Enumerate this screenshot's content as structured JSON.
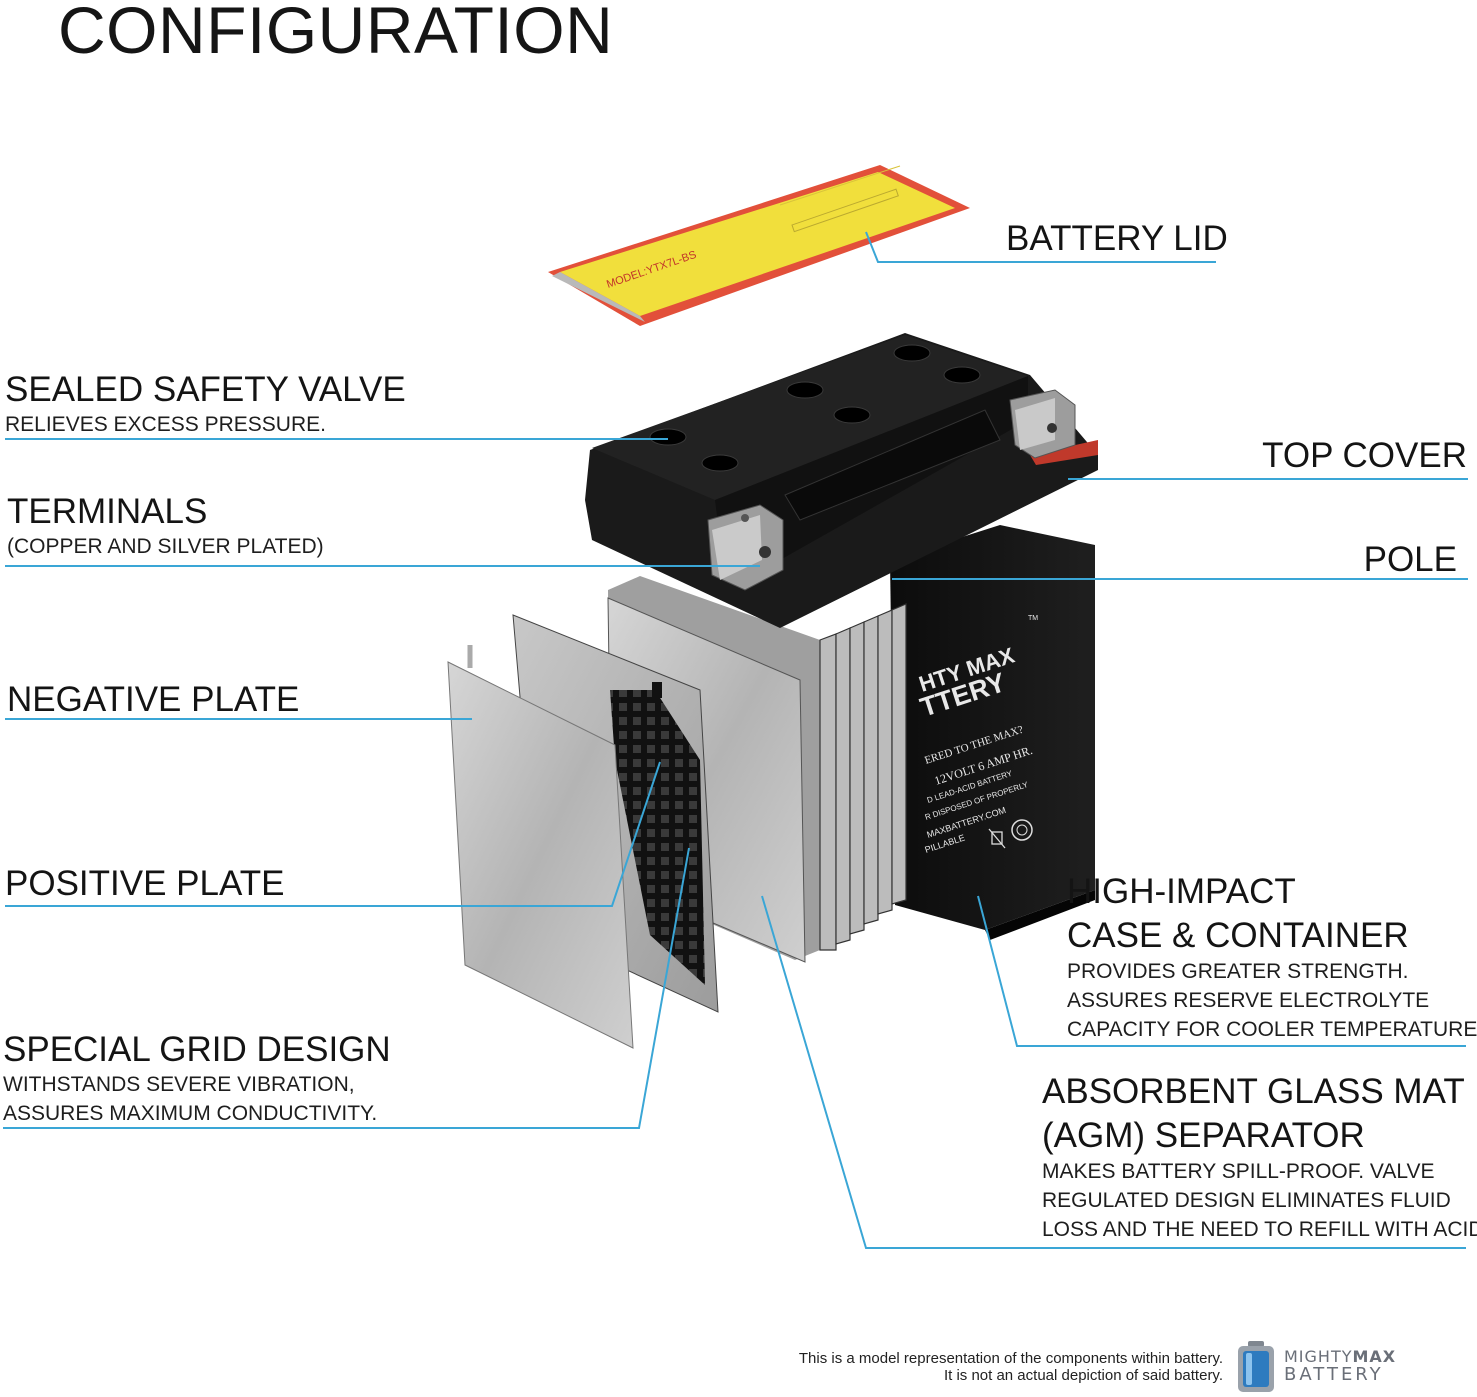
{
  "title": "CONFIGURATION",
  "labels": {
    "battery_lid": {
      "title": "BATTERY LID"
    },
    "sealed_safety_valve": {
      "title": "SEALED SAFETY VALVE",
      "desc": "RELIEVES EXCESS PRESSURE."
    },
    "top_cover": {
      "title": "TOP COVER"
    },
    "terminals": {
      "title": "TERMINALS",
      "desc": "(COPPER AND SILVER PLATED)"
    },
    "pole": {
      "title": "POLE"
    },
    "negative_plate": {
      "title": "NEGATIVE PLATE"
    },
    "positive_plate": {
      "title": "POSITIVE PLATE"
    },
    "high_impact_case": {
      "title_line1": "HIGH-IMPACT",
      "title_line2": "CASE & CONTAINER",
      "desc_line1": "PROVIDES GREATER STRENGTH.",
      "desc_line2": "ASSURES RESERVE ELECTROLYTE",
      "desc_line3": "CAPACITY FOR COOLER TEMPERATURES."
    },
    "special_grid_design": {
      "title": "SPECIAL GRID DESIGN",
      "desc_line1": "WITHSTANDS SEVERE VIBRATION,",
      "desc_line2": "ASSURES MAXIMUM CONDUCTIVITY."
    },
    "agm_separator": {
      "title_line1": "ABSORBENT GLASS MAT",
      "title_line2": "(AGM) SEPARATOR",
      "desc_line1": "MAKES BATTERY SPILL-PROOF. VALVE",
      "desc_line2": "REGULATED DESIGN ELIMINATES FLUID",
      "desc_line3": "LOSS AND THE NEED TO REFILL WITH ACID."
    }
  },
  "lid_label": {
    "model": "MODEL:YTX7L-BS"
  },
  "battery_label": {
    "brand_line1": "HTY MAX",
    "brand_line2": "TTERY",
    "line1": "ERED TO THE MAX?",
    "line2": "12VOLT 6 AMP HR.",
    "line3": "D LEAD-ACID BATTERY",
    "line4": "R DISPOSED OF PROPERLY",
    "line5": "MAXBATTERY.COM",
    "line6": "PILLABLE",
    "tm": "TM"
  },
  "footer": {
    "note_line1": "This is a model representation of the components within battery.",
    "note_line2": "It is not an actual depiction of said battery.",
    "logo_line1a": "MIGHTY",
    "logo_line1b": "MAX",
    "logo_line2": "BATTERY"
  },
  "colors": {
    "leader_line": "#3aa6d6",
    "battery_body": "#141414",
    "lid_yellow": "#f1df3c",
    "lid_border": "#e2503a",
    "plate_gray": "#bdbdbd"
  }
}
